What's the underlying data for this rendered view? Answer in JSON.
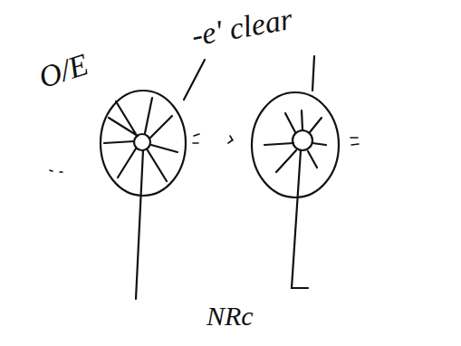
{
  "diagram": {
    "labels": [
      "O/E",
      "-e' clear",
      "NRc"
    ]
  }
}
